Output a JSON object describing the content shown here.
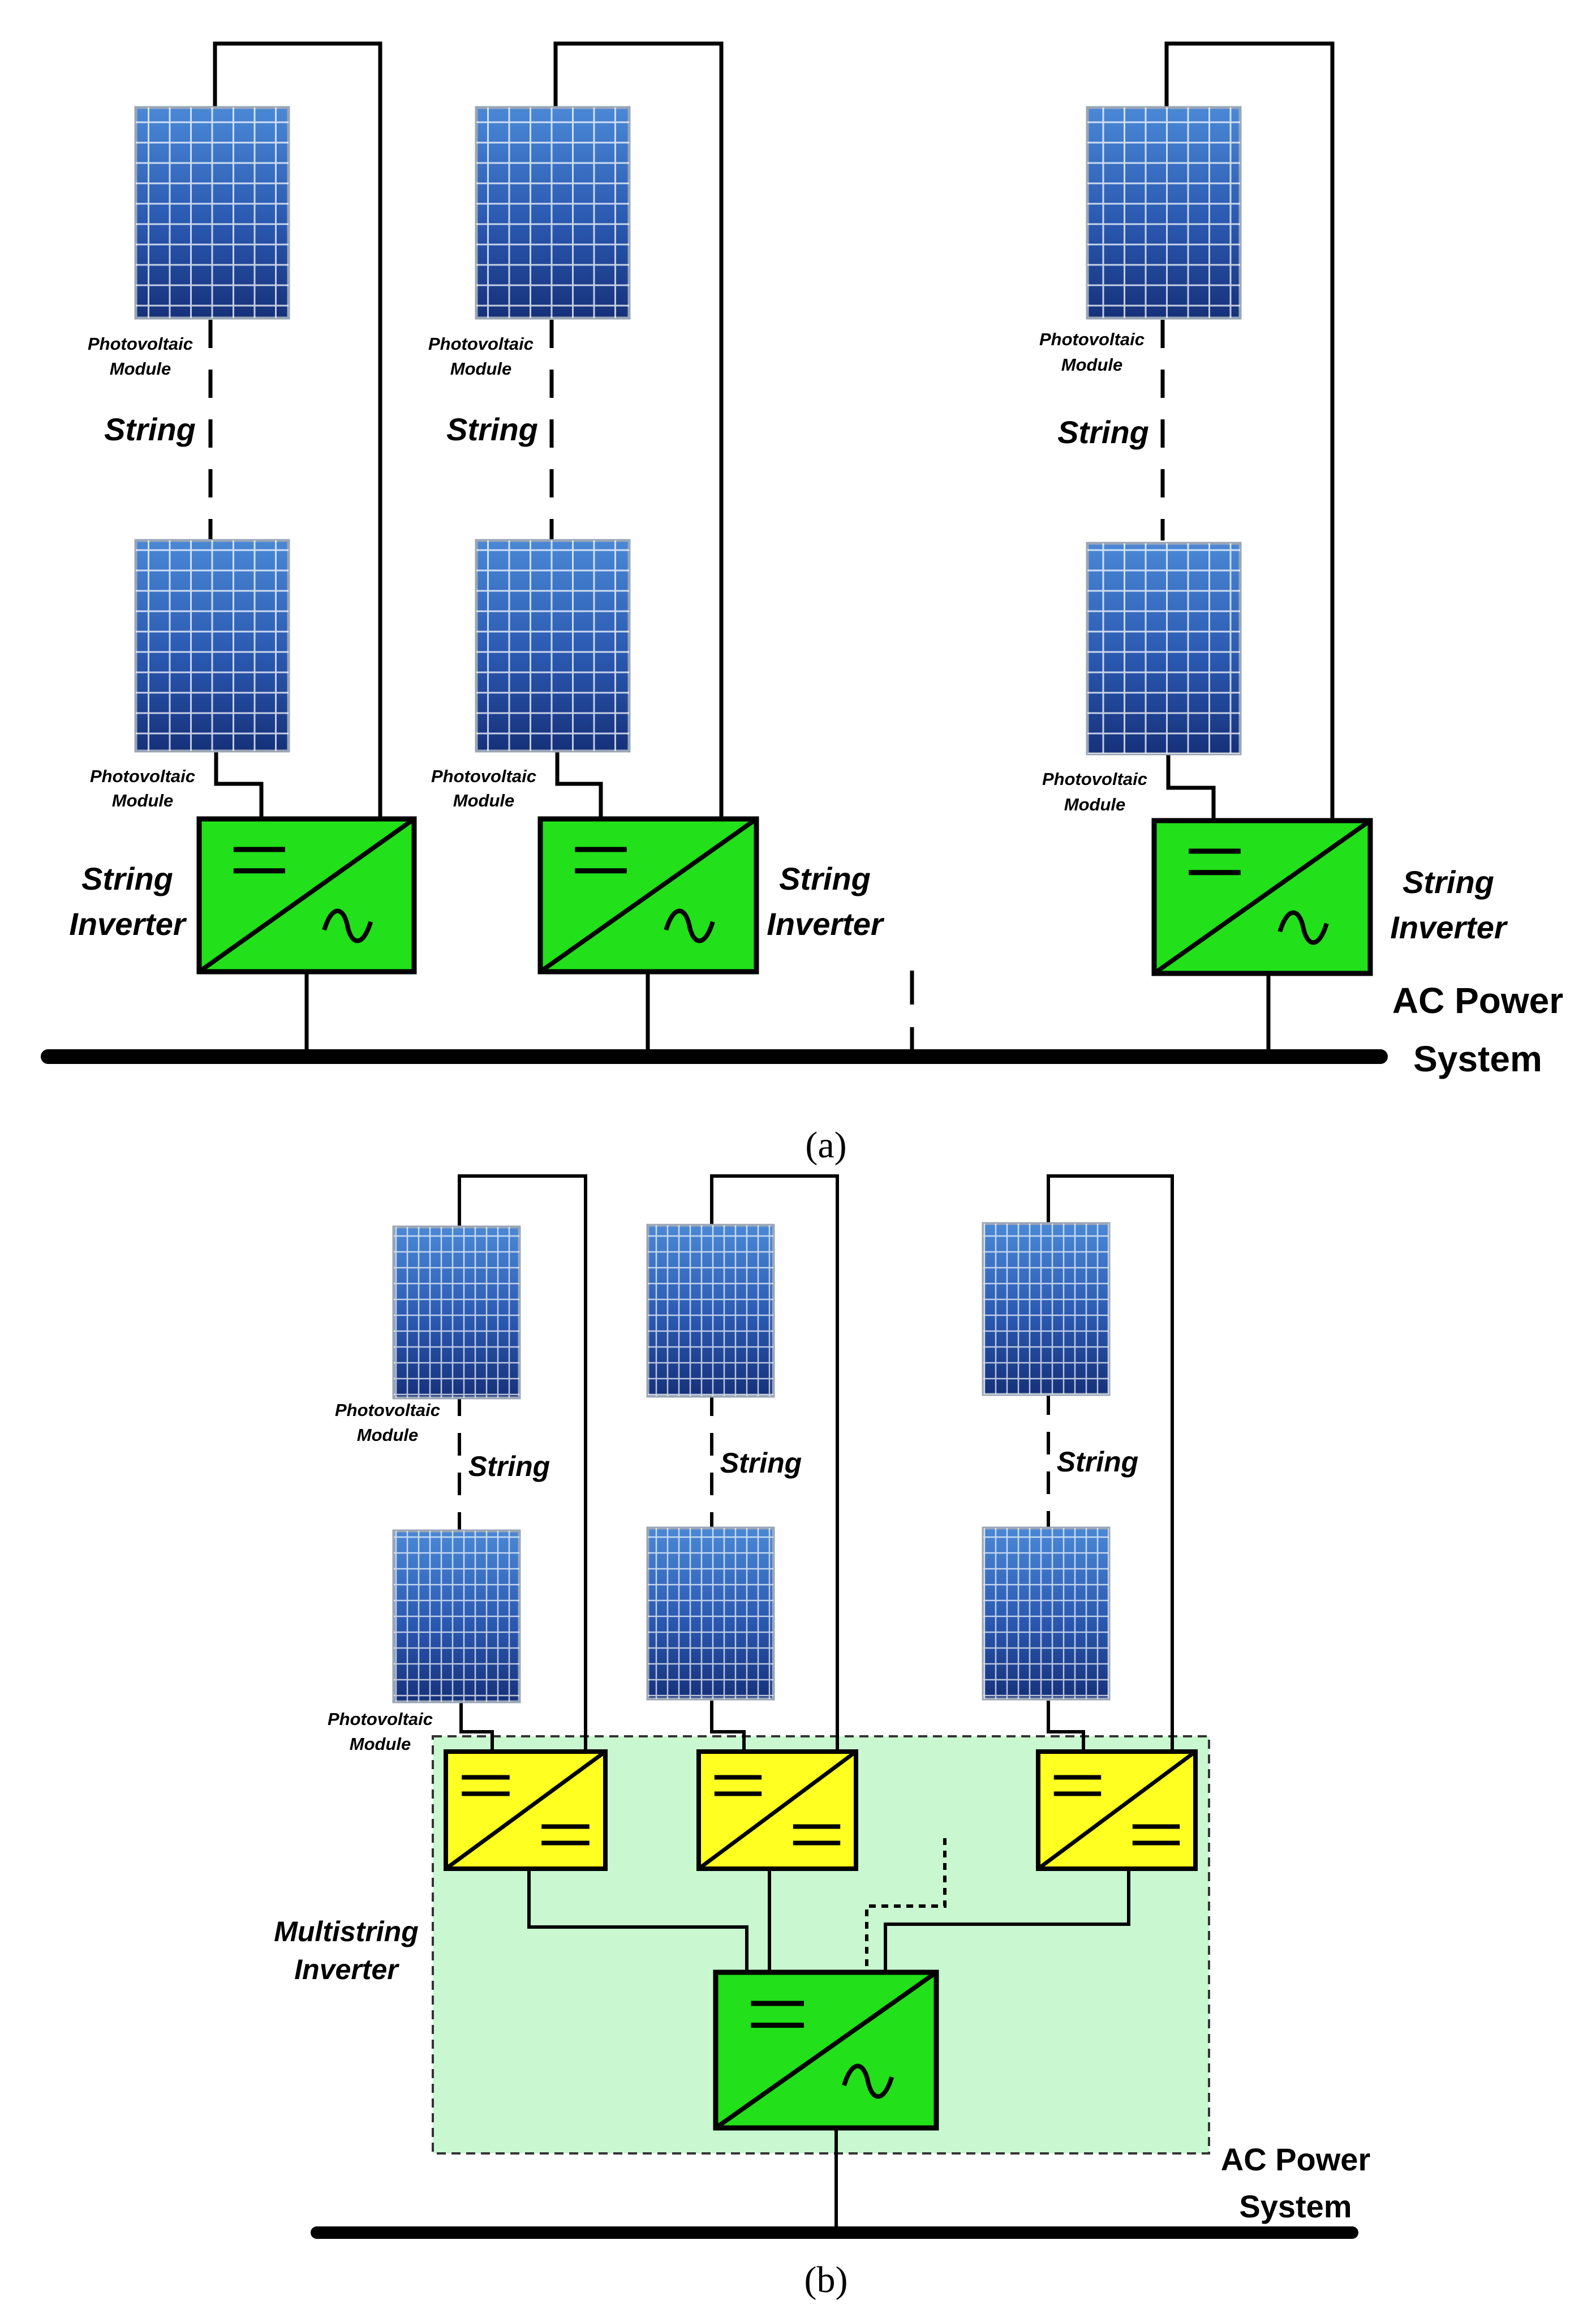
{
  "diagram_a": {
    "caption": "(a)",
    "module_label_line1": "Photovoltaic",
    "module_label_line2": "Module",
    "string_label": "String",
    "inverter_label_line1": "String",
    "inverter_label_line2": "Inverter",
    "grid_label_line1": "AC Power",
    "grid_label_line2": "System"
  },
  "diagram_b": {
    "caption": "(b)",
    "module_label_line1": "Photovoltaic",
    "module_label_line2": "Module",
    "string_label": "String",
    "multistring_label_line1": "Multistring",
    "multistring_label_line2": "Inverter",
    "grid_label_line1": "AC Power",
    "grid_label_line2": "System"
  },
  "colors": {
    "panel_light": "#4a88d6",
    "panel_dark": "#16317a",
    "inverter_green": "#22e01a",
    "converter_yellow": "#ffff22",
    "enclosure_fill": "#c8f7d0",
    "line": "#000000"
  },
  "icons": [
    "dc-symbol-icon",
    "ac-sine-icon",
    "dc-dc-converter-icon",
    "pv-panel-icon"
  ]
}
